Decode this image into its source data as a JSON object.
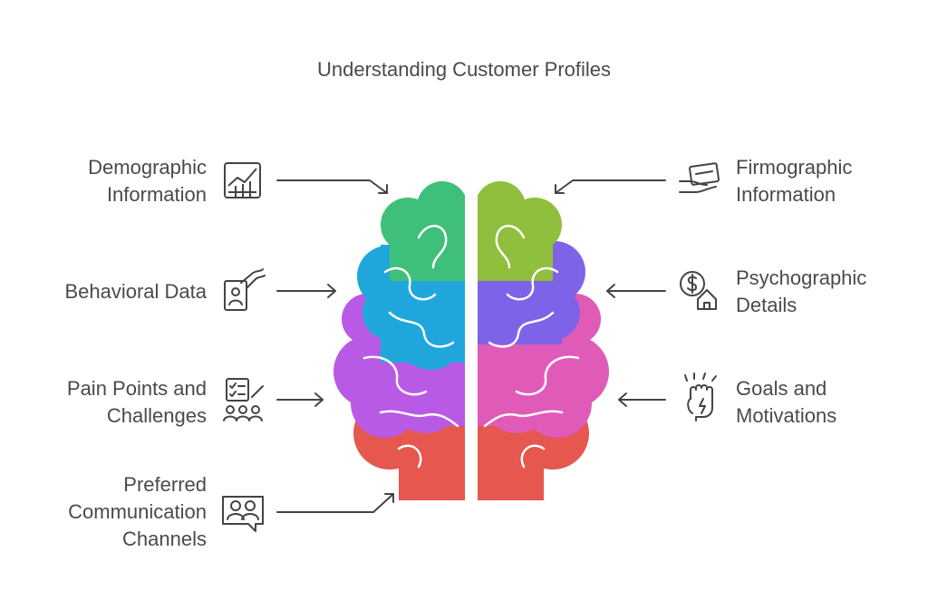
{
  "title": "Understanding Customer Profiles",
  "left_items": [
    {
      "lines": [
        "Demographic",
        "Information"
      ],
      "icon": "bar-chart-grid-icon"
    },
    {
      "lines": [
        "Behavioral Data"
      ],
      "icon": "hand-id-card-icon"
    },
    {
      "lines": [
        "Pain Points and",
        "Challenges"
      ],
      "icon": "checklist-people-icon"
    },
    {
      "lines": [
        "Preferred",
        "Communication",
        "Channels"
      ],
      "icon": "chat-users-icon"
    }
  ],
  "right_items": [
    {
      "lines": [
        "Firmographic",
        "Information"
      ],
      "icon": "hand-card-icon"
    },
    {
      "lines": [
        "Psychographic",
        "Details"
      ],
      "icon": "dollar-house-icon"
    },
    {
      "lines": [
        "Goals and",
        "Motivations"
      ],
      "icon": "raised-fist-icon"
    }
  ],
  "colors": {
    "green": "#3fc07a",
    "olive": "#8fbf3c",
    "blue": "#1fa7dc",
    "violet": "#7d63e8",
    "purple": "#b95ae6",
    "pink": "#e05bb8",
    "red": "#e5574f",
    "stroke": "#444444"
  }
}
